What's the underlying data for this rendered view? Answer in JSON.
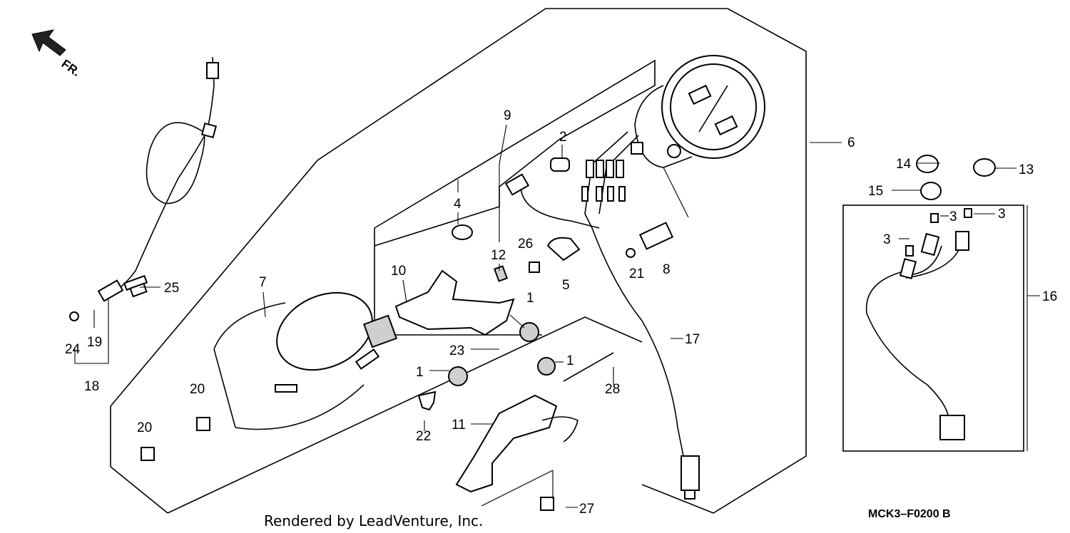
{
  "diagram": {
    "direction_label": "FR.",
    "footer_credit": "Rendered by LeadVenture, Inc.",
    "diagram_code": "MCK3–F0200 B",
    "callouts": {
      "c1a": "1",
      "c1b": "1",
      "c1c": "1",
      "c2": "2",
      "c3a": "3",
      "c3b": "3",
      "c3c": "3",
      "c4": "4",
      "c5": "5",
      "c6": "6",
      "c7": "7",
      "c8": "8",
      "c9": "9",
      "c10": "10",
      "c11": "11",
      "c12": "12",
      "c13": "13",
      "c14": "14",
      "c15": "15",
      "c16": "16",
      "c17": "17",
      "c18": "18",
      "c19": "19",
      "c20a": "20",
      "c20b": "20",
      "c21": "21",
      "c22": "22",
      "c23": "23",
      "c24": "24",
      "c25": "25",
      "c26": "26",
      "c27": "27",
      "c28": "28"
    }
  }
}
